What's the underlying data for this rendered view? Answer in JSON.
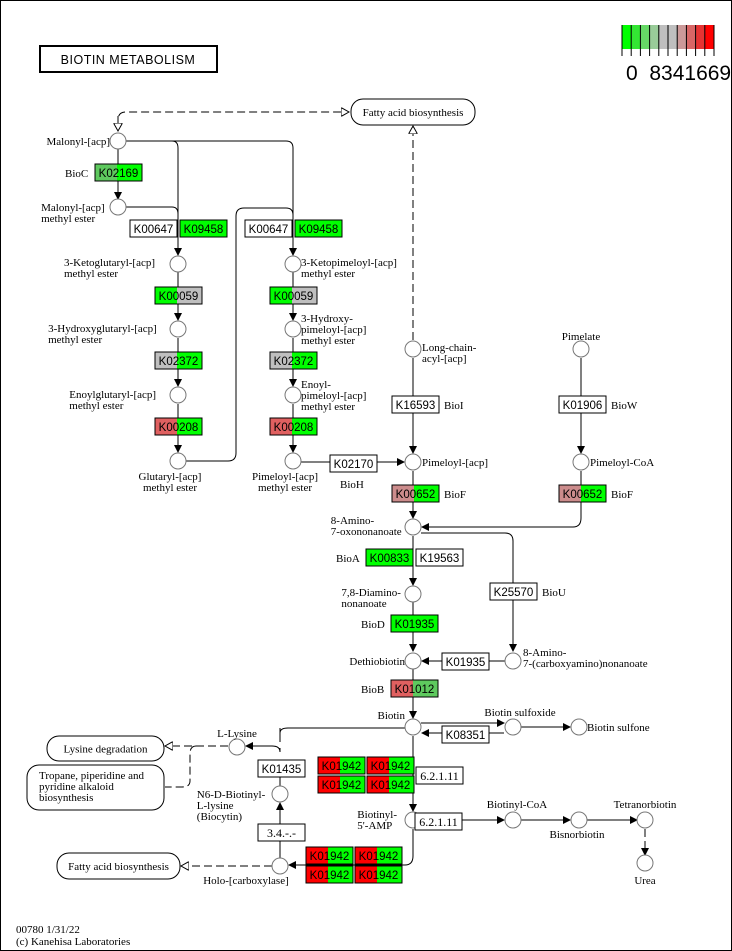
{
  "title": "BIOTIN METABOLISM",
  "footer": {
    "line1": "00780 1/31/22",
    "line2": "(c) Kanehisa Laboratories"
  },
  "legend": {
    "colors": [
      "#00ff00",
      "#33e633",
      "#66d966",
      "#99cc99",
      "#bfbfbf",
      "#bfbfbf",
      "#cc9999",
      "#d96666",
      "#e63333",
      "#ff0000"
    ],
    "labels": "0  8341669"
  },
  "colors": {
    "green": "#00ff00",
    "mid_green": "#5ec95e",
    "gray": "#bfbfbf",
    "pink": "#cc8c8c",
    "salmon": "#e06060",
    "red": "#ff0000",
    "white": "#ffffff"
  },
  "pathways": {
    "fab_top": "Fatty acid biosynthesis",
    "lysine_deg": "Lysine degradation",
    "tropane": [
      "Tropane, piperidine and",
      "pyridine alkaloid",
      "biosynthesis"
    ],
    "fab_bottom": "Fatty acid biosynthesis"
  },
  "compounds": {
    "malonyl_acp": [
      "Malonyl-[acp]"
    ],
    "malonyl_me": [
      "Malonyl-[acp]",
      "methyl ester"
    ],
    "ketoglutaryl": [
      "3-Ketoglutaryl-[acp]",
      "methyl ester"
    ],
    "hydroxyglutaryl": [
      "3-Hydroxyglutaryl-[acp]",
      "methyl ester"
    ],
    "enoylglutaryl": [
      "Enoylglutaryl-[acp]",
      "methyl ester"
    ],
    "glutaryl": [
      "Glutaryl-[acp]",
      "methyl ester"
    ],
    "ketopimeloyl": [
      "3-Ketopimeloyl-[acp]",
      "methyl ester"
    ],
    "hydroxypimeloyl": [
      "3-Hydroxy-",
      "pimeloyl-[acp]",
      "methyl ester"
    ],
    "enoylpimeloyl": [
      "Enoyl-",
      "pimeloyl-[acp]",
      "methyl ester"
    ],
    "pimeloyl_me": [
      "Pimeloyl-[acp]",
      "methyl ester"
    ],
    "longchain": [
      "Long-chain-",
      "acyl-[acp]"
    ],
    "pimeloyl_acp": [
      "Pimeloyl-[acp]"
    ],
    "pimelate": [
      "Pimelate"
    ],
    "pimeloyl_coa": [
      "Pimeloyl-CoA"
    ],
    "amino_oxo": [
      "8-Amino-",
      "7-oxononanoate"
    ],
    "diamino": [
      "7,8-Diamino-",
      "nonanoate"
    ],
    "carboxyamino": [
      "8-Amino-",
      "7-(carboxyamino)nonanoate"
    ],
    "dethiobiotin": [
      "Dethiobiotin"
    ],
    "biotin": [
      "Biotin"
    ],
    "biotin_sulfoxide": [
      "Biotin sulfoxide"
    ],
    "biotin_sulfone": [
      "Biotin sulfone"
    ],
    "l_lysine": [
      "L-Lysine"
    ],
    "biocytin": [
      "N6-D-Biotinyl-",
      "L-lysine",
      "(Biocytin)"
    ],
    "biotinyl_amp": [
      "Biotinyl-",
      "5'-AMP"
    ],
    "biotinyl_coa": [
      "Biotinyl-CoA"
    ],
    "bisnorbiotin": [
      "Bisnorbiotin"
    ],
    "tetranorbiotin": [
      "Tetranorbiotin"
    ],
    "urea": [
      "Urea"
    ],
    "holo": [
      "Holo-[carboxylase]"
    ]
  },
  "gene_labels": {
    "bioC": "BioC",
    "bioH": "BioH",
    "bioI": "BioI",
    "bioW": "BioW",
    "bioF1": "BioF",
    "bioF2": "BioF",
    "bioA": "BioA",
    "bioD": "BioD",
    "bioB": "BioB",
    "bioU": "BioU"
  },
  "enzymes": {
    "K02169": {
      "label": "K02169",
      "split": 3,
      "left": "#5ec95e",
      "right": "#00ff00"
    },
    "K00647a": {
      "label": "K00647",
      "left": "#ffffff",
      "right": "#ffffff"
    },
    "K09458a": {
      "label": "K09458",
      "left": "#00ff00",
      "right": "#00ff00"
    },
    "K00647b": {
      "label": "K00647",
      "left": "#ffffff",
      "right": "#ffffff"
    },
    "K09458b": {
      "label": "K09458",
      "left": "#00ff00",
      "right": "#00ff00"
    },
    "K00059a": {
      "label": "K00059",
      "left": "#00ff00",
      "right": "#bfbfbf"
    },
    "K00059b": {
      "label": "K00059",
      "left": "#00ff00",
      "right": "#bfbfbf"
    },
    "K02372a": {
      "label": "K02372",
      "left": "#bfbfbf",
      "right": "#00ff00"
    },
    "K02372b": {
      "label": "K02372",
      "left": "#bfbfbf",
      "right": "#00ff00"
    },
    "K00208a": {
      "label": "K00208",
      "left": "#e06060",
      "right": "#00ff00"
    },
    "K00208b": {
      "label": "K00208",
      "left": "#e06060",
      "right": "#00ff00"
    },
    "K02170": {
      "label": "K02170",
      "left": "#ffffff",
      "right": "#ffffff"
    },
    "K16593": {
      "label": "K16593",
      "left": "#ffffff",
      "right": "#ffffff"
    },
    "K01906": {
      "label": "K01906",
      "left": "#ffffff",
      "right": "#ffffff"
    },
    "K00652a": {
      "label": "K00652",
      "left": "#cc8c8c",
      "right": "#00ff00"
    },
    "K00652b": {
      "label": "K00652",
      "left": "#cc8c8c",
      "right": "#00ff00"
    },
    "K00833": {
      "label": "K00833",
      "left": "#00ff00",
      "right": "#00ff00"
    },
    "K19563": {
      "label": "K19563",
      "left": "#ffffff",
      "right": "#ffffff"
    },
    "K25570": {
      "label": "K25570",
      "left": "#ffffff",
      "right": "#ffffff"
    },
    "K01935a": {
      "label": "K01935",
      "left": "#00ff00",
      "right": "#00ff00"
    },
    "K01935b": {
      "label": "K01935",
      "left": "#ffffff",
      "right": "#ffffff"
    },
    "K01012": {
      "label": "K01012",
      "left": "#e06060",
      "right": "#5ec95e"
    },
    "K08351": {
      "label": "K08351",
      "left": "#ffffff",
      "right": "#ffffff"
    },
    "K01435": {
      "label": "K01435",
      "left": "#ffffff",
      "right": "#ffffff"
    },
    "ec3_4": {
      "label": "3.4.-.-",
      "left": "#ffffff",
      "right": "#ffffff"
    },
    "ec6_2_a": {
      "label": "6.2.1.11",
      "left": "#ffffff",
      "right": "#ffffff"
    },
    "ec6_2_b": {
      "label": "6.2.1.11",
      "left": "#ffffff",
      "right": "#ffffff"
    },
    "K01942_1": {
      "label": "K01942",
      "left": "#ff0000",
      "right": "#00ff00"
    },
    "K01942_2": {
      "label": "K01942",
      "left": "#ff0000",
      "right": "#00ff00"
    },
    "K01942_3": {
      "label": "K01942",
      "left": "#ff0000",
      "right": "#00ff00"
    },
    "K01942_4": {
      "label": "K01942",
      "left": "#ff0000",
      "right": "#00ff00"
    },
    "K01942_5": {
      "label": "K01942",
      "left": "#ff0000",
      "right": "#00ff00"
    },
    "K01942_6": {
      "label": "K01942",
      "left": "#ff0000",
      "right": "#00ff00"
    },
    "K01942_7": {
      "label": "K01942",
      "left": "#ff0000",
      "right": "#00ff00"
    },
    "K01942_8": {
      "label": "K01942",
      "left": "#ff0000",
      "right": "#00ff00"
    }
  }
}
